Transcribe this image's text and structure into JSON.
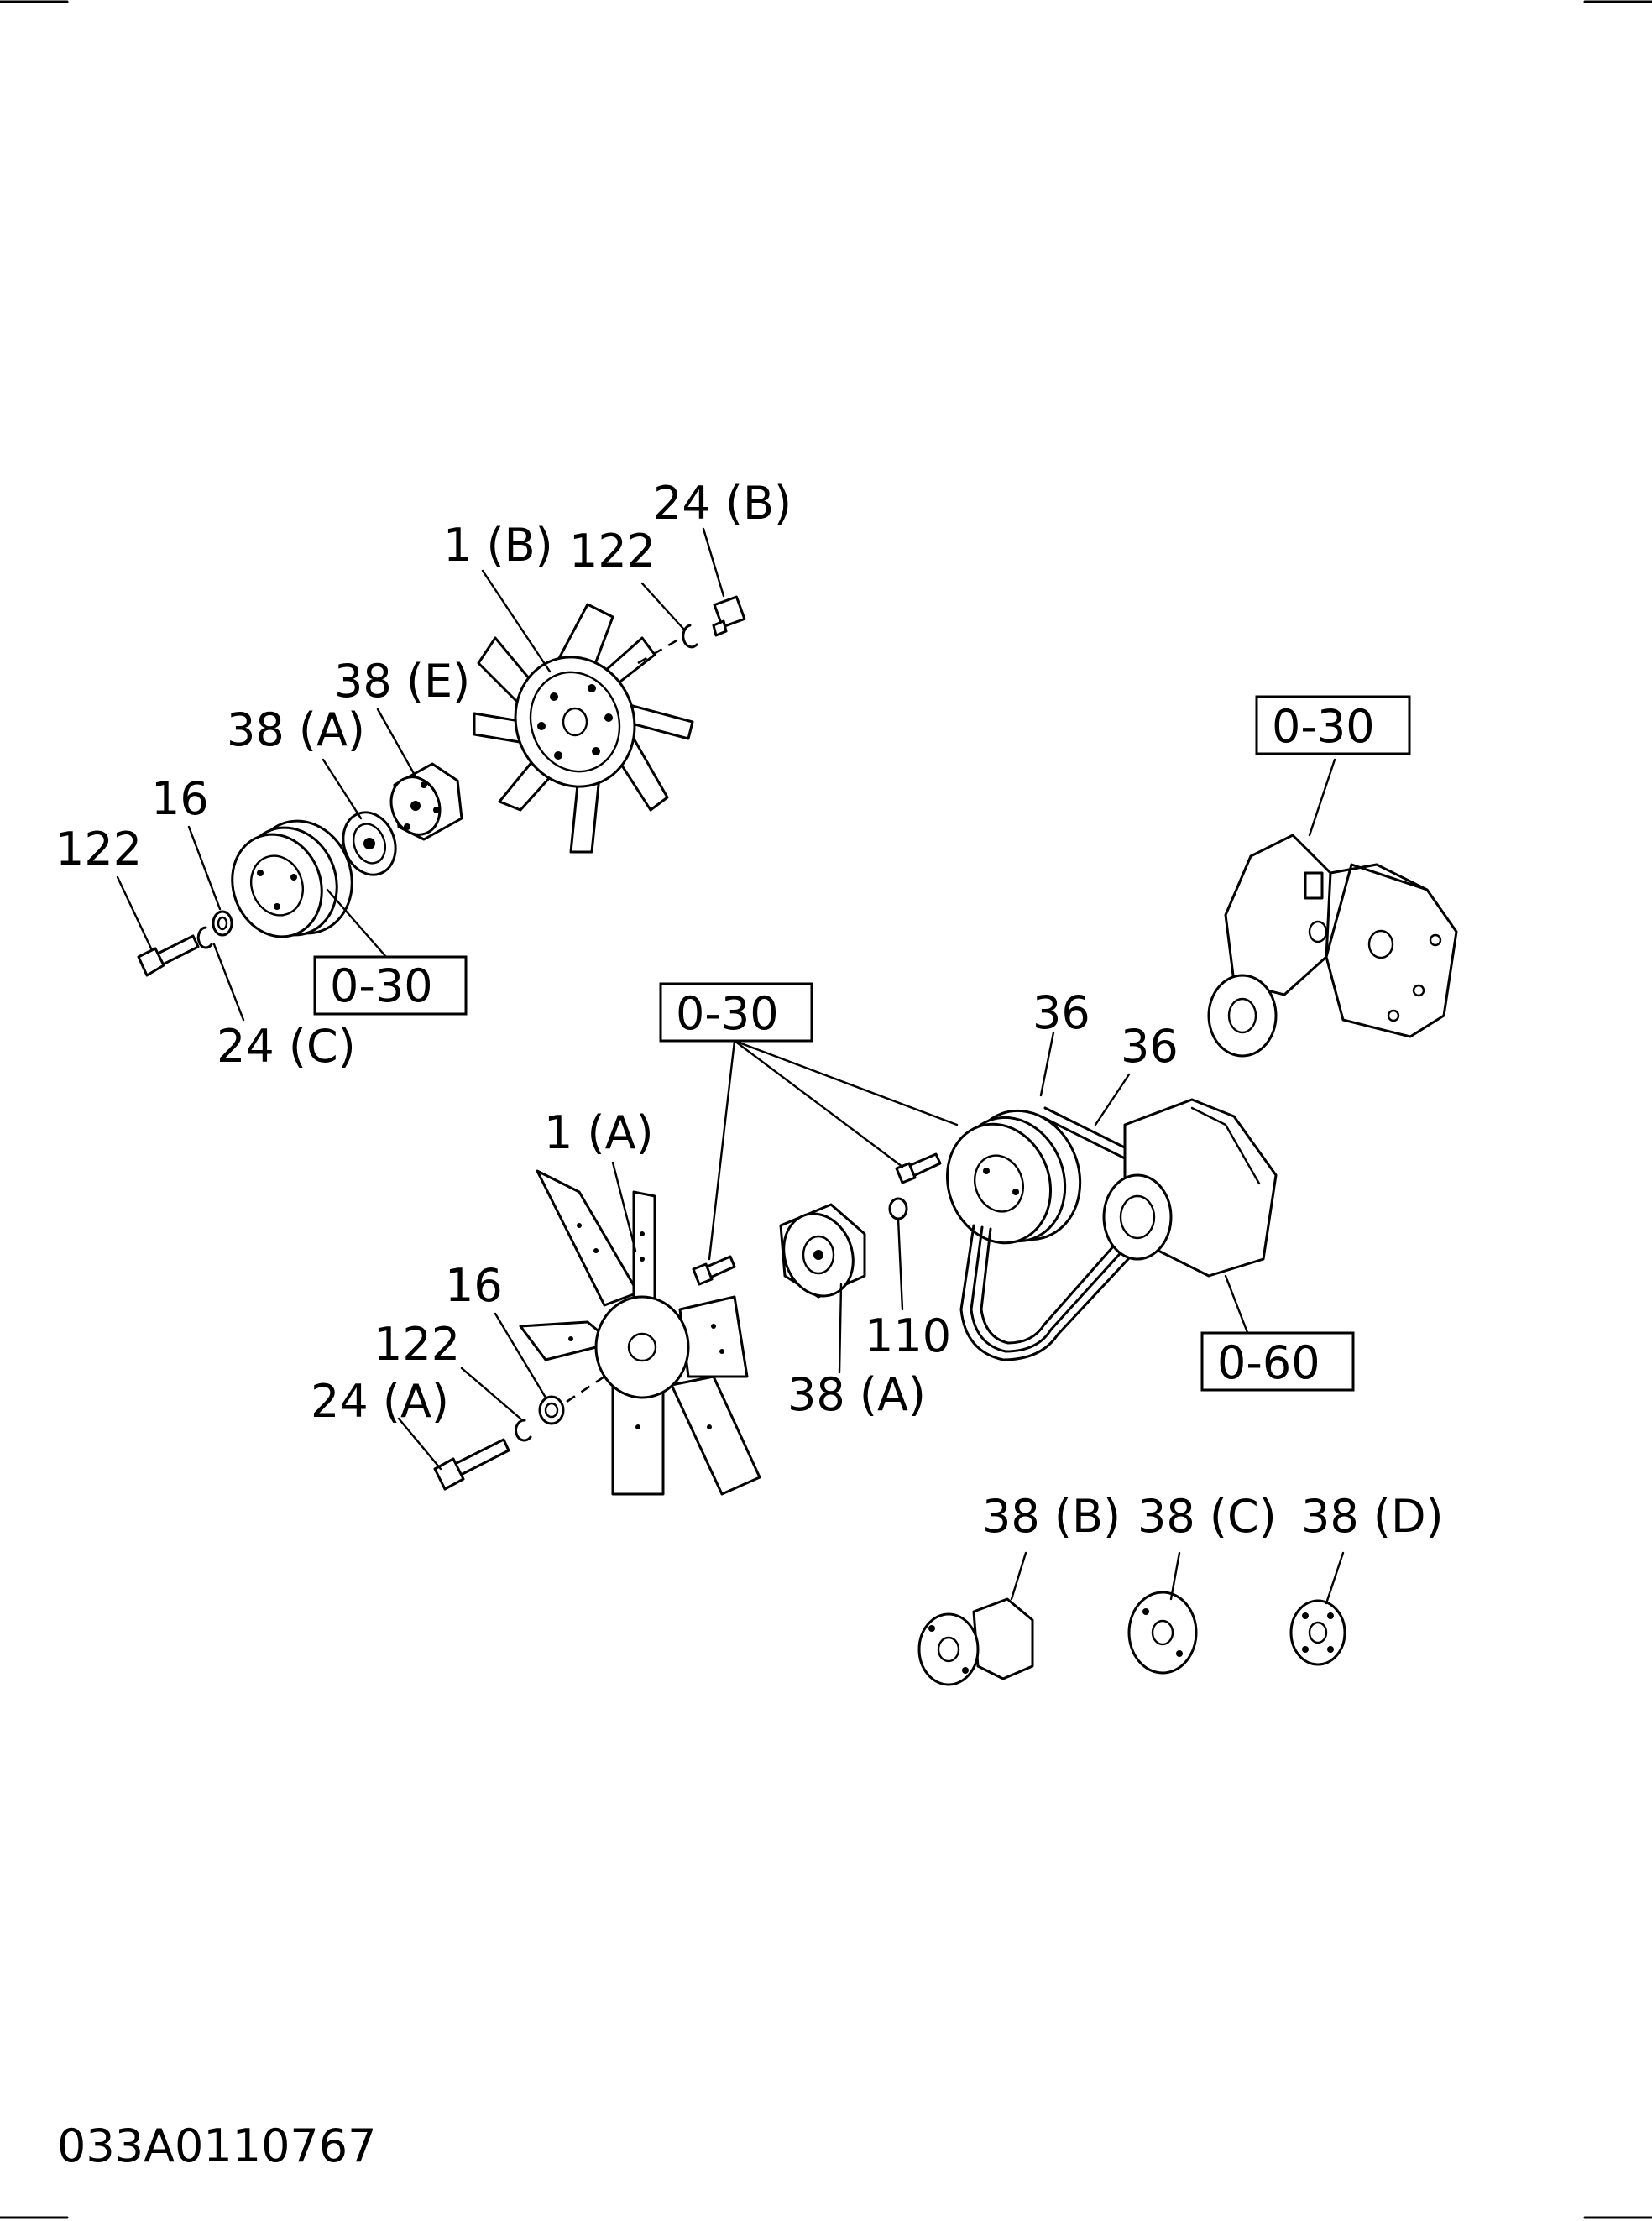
{
  "labels": {
    "fan_b": "1 (B)",
    "fan_a": "1 (A)",
    "bolt_24b": "24 (B)",
    "bolt_24c": "24 (C)",
    "bolt_24a": "24 (A)",
    "snap_122_top": "122",
    "snap_122_left": "122",
    "snap_122_bottom": "122",
    "washer_16_top": "16",
    "washer_16_bottom": "16",
    "spacer_38e": "38 (E)",
    "spacer_38a_top": "38 (A)",
    "spacer_38a_bottom": "38 (A)",
    "spacer_38b": "38 (B)",
    "spacer_38c": "38 (C)",
    "spacer_38d": "38 (D)",
    "belt_36_a": "36",
    "belt_36_b": "36",
    "bolt_110": "110"
  },
  "refs": {
    "ref_030_pulley": "0-30",
    "ref_030_pump": "0-30",
    "ref_030_center": "0-30",
    "ref_060": "0-60"
  },
  "drawing_number": "033A0110767"
}
